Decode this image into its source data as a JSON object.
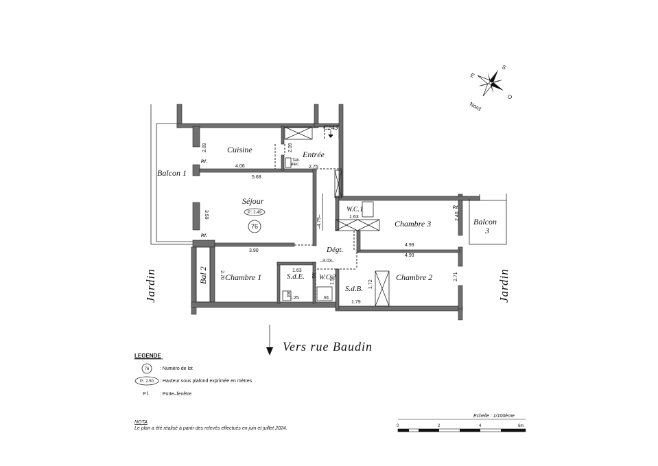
{
  "rooms": {
    "cuisine": "Cuisine",
    "entree": "Entrée",
    "sejour": "Séjour",
    "balcon1": "Balcon 1",
    "chambre1": "Chambre 1",
    "chambre2": "Chambre 2",
    "chambre3": "Chambre 3",
    "balcon3_line1": "Balcon",
    "balcon3_line2": "3",
    "bal2": "Bal 2",
    "wc1": "W.C.1",
    "wc2": "W.C.2",
    "sde": "S.d.E.",
    "sdb": "S.d.B.",
    "degt": "Dégt.",
    "c243": "C243",
    "tab_elec_1": "Tab.",
    "tab_elec_2": "élec."
  },
  "marks": {
    "pf1": "P.f.",
    "pf2": "P.f.",
    "pf3": "P.f.",
    "lot_number": "76",
    "ceiling_height": "P.: 2.49"
  },
  "dims": {
    "d_2_09_left": "2.09",
    "d_2_09_right": "2.09",
    "d_4_06": "4.06",
    "d_2_75": "2.75",
    "d_5_68": "5.68",
    "d_3_59": "3.59",
    "d_4_79": "–4.79–",
    "d_3_90": "3.90",
    "d_1_63_wc": "1.63",
    "d_2_40": "2.40",
    "d_4_99_top": "4.99",
    "d_4_99_bottom": "4.99",
    "d_3_03": "–3.03–",
    "d_2_70": "2.70",
    "d_1_63_sde": "1.63",
    "d_82": ".82",
    "d_83": ".83",
    "d_1_25": "1.25",
    "d_1_50": "1.50",
    "d_91": ".91",
    "d_1_72": "1.72",
    "d_1_79": "1.79",
    "d_2_71": "2.71"
  },
  "labels": {
    "jardin_left": "Jardin",
    "jardin_right": "Jardin",
    "street": "Vers rue Baudin"
  },
  "legend": {
    "title": "LEGENDE",
    "lot_symbol": "76",
    "lot_text": ": Numéro de lot",
    "height_symbol": "P.: 2.50",
    "height_text": ": Hauteur sous plafond exprimée en mètres",
    "pf_symbol": "P.f.",
    "pf_text": ": Porte–fenêtre"
  },
  "nota": {
    "title": "NOTA",
    "text": "Le plan a été réalisé à partir des relevés effectués en juin et juillet 2024."
  },
  "scale": {
    "title": "Echelle : 1/100ème",
    "ticks": [
      "0",
      "2",
      "4",
      "6m"
    ]
  },
  "compass": {
    "s": "S",
    "e": "E",
    "o": "O",
    "nord": "Nord"
  }
}
